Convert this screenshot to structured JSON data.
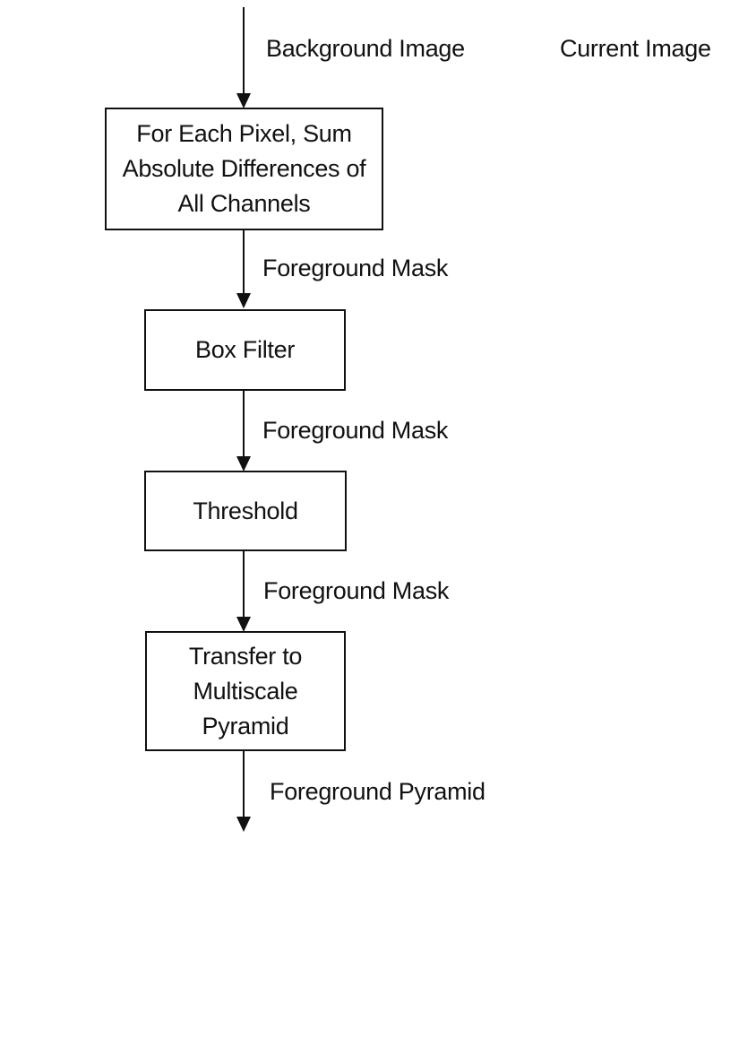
{
  "inputs": {
    "background_image": "Background Image",
    "current_image": "Current Image"
  },
  "steps": [
    {
      "lines": [
        "For Each Pixel, Sum",
        "Absolute Differences of",
        "All Channels"
      ]
    },
    {
      "lines": [
        "Box Filter"
      ]
    },
    {
      "lines": [
        "Threshold"
      ]
    },
    {
      "lines": [
        "Transfer to",
        "Multiscale",
        "Pyramid"
      ]
    }
  ],
  "edges": [
    {
      "label": "Foreground Mask"
    },
    {
      "label": "Foreground Mask"
    },
    {
      "label": "Foreground Mask"
    },
    {
      "label": "Foreground Pyramid"
    }
  ]
}
